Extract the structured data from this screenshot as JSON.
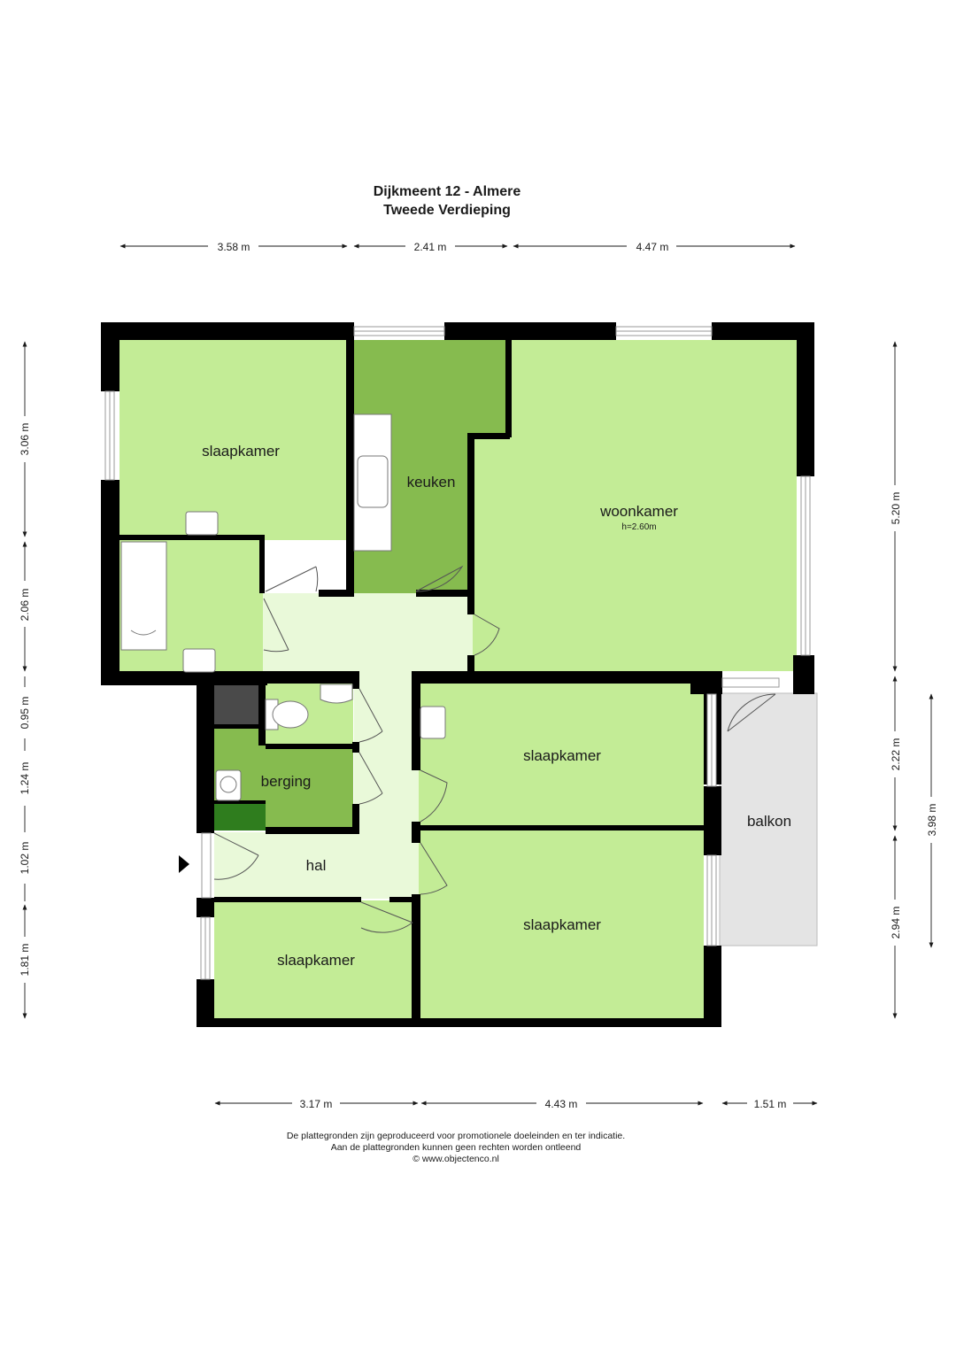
{
  "header": {
    "title": "Dijkmeent 12 - Almere",
    "subtitle": "Tweede Verdieping"
  },
  "rooms": {
    "slaapkamer_1": "slaapkamer",
    "keuken": "keuken",
    "woonkamer": "woonkamer",
    "woonkamer_height": "h=2.60m",
    "slaapkamer_2": "slaapkamer",
    "berging": "berging",
    "balkon": "balkon",
    "hal": "hal",
    "slaapkamer_3": "slaapkamer",
    "slaapkamer_4": "slaapkamer"
  },
  "dimensions": {
    "top": [
      "3.58 m",
      "2.41 m",
      "4.47 m"
    ],
    "left": [
      "3.06 m",
      "2.06 m",
      "0.95 m",
      "1.24 m",
      "1.02 m",
      "1.81 m"
    ],
    "right": [
      "5.20 m",
      "2.22 m",
      "2.94 m"
    ],
    "right_outer": "3.98 m",
    "bottom": [
      "3.17 m",
      "4.43 m",
      "1.51 m"
    ]
  },
  "footer": {
    "line1": "De plattegronden zijn geproduceerd voor promotionele doeleinden en ter indicatie.",
    "line2": "Aan de plattegronden kunnen geen rechten worden ontleend",
    "line3": "© www.objectenco.nl"
  },
  "colors": {
    "room": "#c3ec96",
    "kitchen": "#86bb4f",
    "hall": "#e9f9d9",
    "balcony": "#e4e4e4",
    "wall": "#000000",
    "shaft": "#4a4a4a"
  }
}
